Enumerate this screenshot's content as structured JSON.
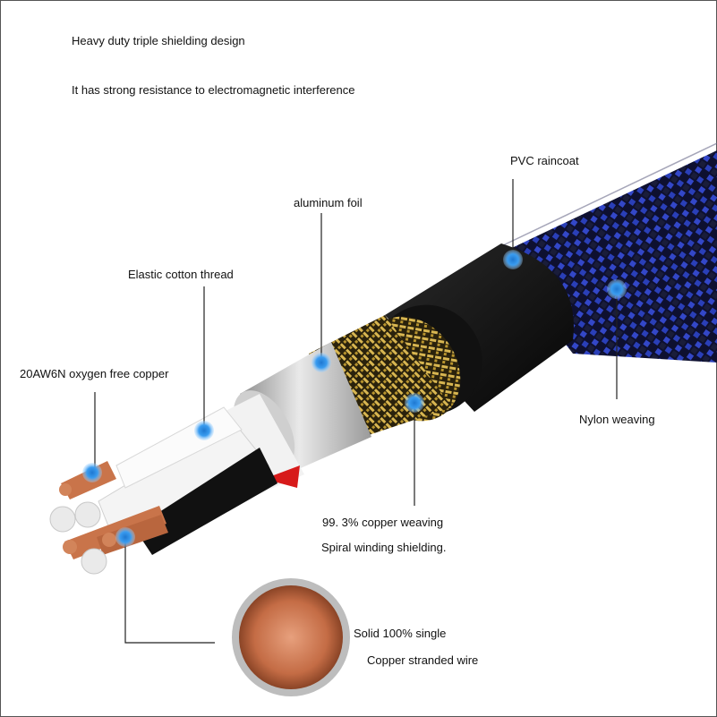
{
  "heading": {
    "line1": "Heavy duty triple shielding design",
    "line2": "It has strong resistance to electromagnetic interference"
  },
  "labels": {
    "pvc": "PVC raincoat",
    "aluminum": "aluminum foil",
    "cotton": "Elastic cotton thread",
    "copper20": "20AW6N oxygen free copper",
    "nylon": "Nylon weaving",
    "weaving": "99. 3% copper weaving",
    "spiral": "Spiral winding shielding.",
    "solid": "Solid 100% single",
    "stranded": "Copper stranded wire"
  },
  "colors": {
    "marker": "#2f8fe0",
    "braid_blue": "#2a3fb8",
    "copper": "#c9744a",
    "jacket": "#0c0c0c"
  }
}
